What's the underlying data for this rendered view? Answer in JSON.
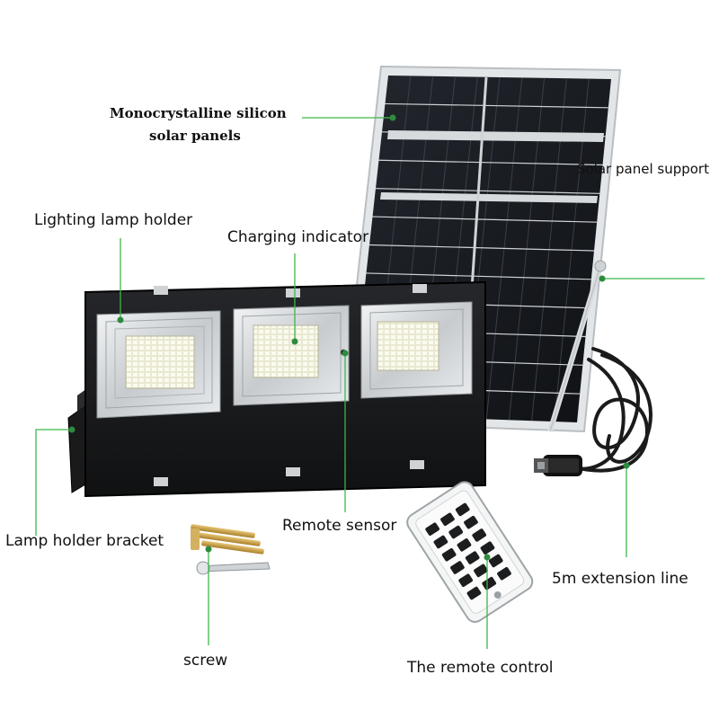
{
  "labels": {
    "solar_panels_line1": "Monocrystalline silicon",
    "solar_panels_line2": "solar panels",
    "panel_support": "Solar panel support",
    "lamp_holder": "Lighting lamp holder",
    "charging_indicator": "Charging indicator",
    "lamp_bracket": "Lamp holder bracket",
    "remote_sensor": "Remote sensor",
    "extension_line": "5m extension line",
    "screw": "screw",
    "remote_control": "The remote control"
  },
  "colors": {
    "callout_line": "#3db64a",
    "callout_dot": "#2e8b3c",
    "panel_cell": "#15171c",
    "panel_frame": "#dfe3e6",
    "housing": "#17181a",
    "led_glow": "#f4f2d6",
    "cable": "#1a1a1a",
    "brass": "#c9a24a"
  },
  "icons": {
    "solar_panel": "solar-panel-icon",
    "floodlight": "floodlight-icon",
    "remote": "remote-control-icon",
    "screws": "screw-icon",
    "cable": "cable-icon"
  }
}
